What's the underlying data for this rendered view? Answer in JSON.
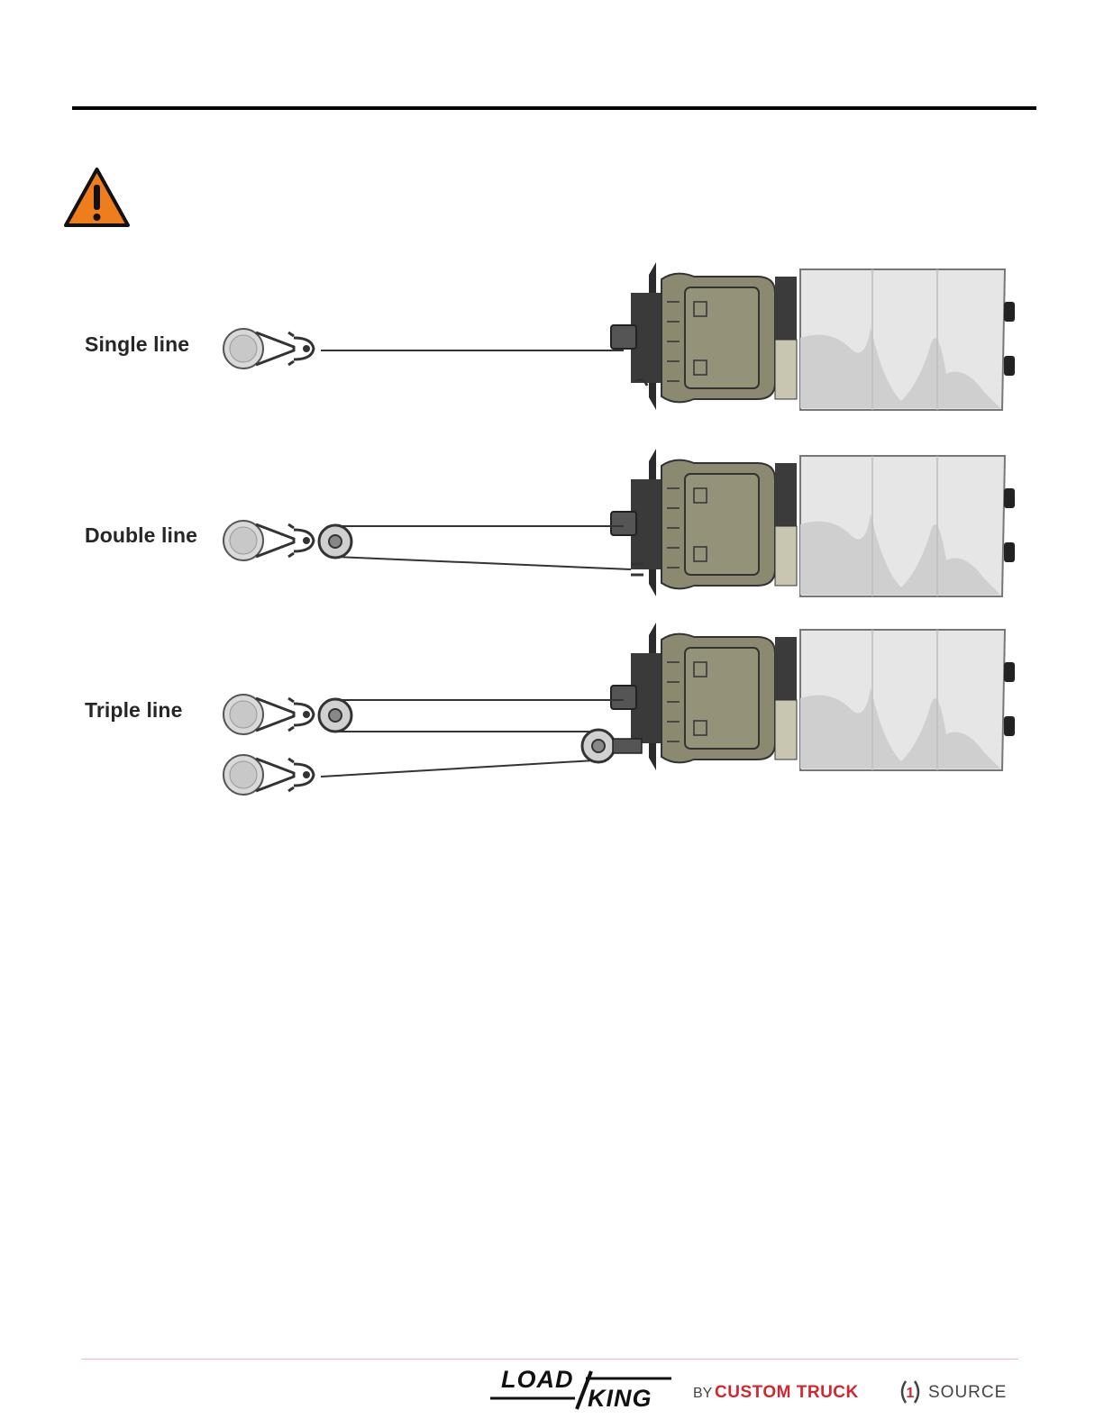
{
  "labels": {
    "single": "Single line",
    "double": "Double line",
    "triple": "Triple line"
  },
  "footer": {
    "logo_load": "LOAD",
    "logo_king": "KING",
    "by": "BY",
    "custom_truck": "CUSTOM TRUCK",
    "one": "1",
    "source": "SOURCE"
  },
  "colors": {
    "warning_orange": "#ee7d1b",
    "truck_green": "#8b8a70",
    "brand_red": "#d22630"
  },
  "icons": {
    "warning": "warning-triangle-icon"
  }
}
